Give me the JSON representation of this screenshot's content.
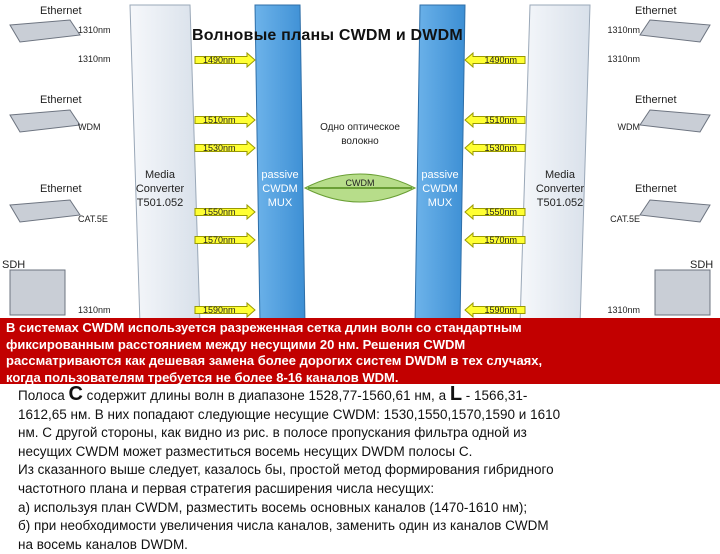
{
  "diagram": {
    "title": "Волновые планы CWDM и DWDM",
    "ethernet_label": "Ethernet",
    "sdh_label": "SDH",
    "media_converter": [
      "Media",
      "Converter",
      "T501.052"
    ],
    "mux": [
      "passive",
      "CWDM",
      "MUX"
    ],
    "fiber_label": [
      "Одно оптическое",
      "волокно"
    ],
    "cwdm_label": "CWDM",
    "left_port_labels": [
      "1310nm",
      "1310nm",
      "WDM",
      "CAT.5E",
      "1310nm"
    ],
    "right_port_labels": [
      "1310nm",
      "1310nm",
      "WDM",
      "CAT.5E",
      "1310nm"
    ],
    "wavelengths": [
      "1490nm",
      "1510nm",
      "1530nm",
      "1550nm",
      "1570nm",
      "1590nm"
    ],
    "colors": {
      "mux": "#4a9fe0",
      "converter": "#e8eef6",
      "arrow": "#ffff33",
      "fiber": "#8ec63f"
    }
  },
  "banner": {
    "lines": [
      "В системах CWDM используется разреженная сетка длин волн со стандартным",
      "фиксированным расстоянием между несущими 20 нм. Решения CWDM",
      "рассматриваются как дешевая замена более дорогих систем DWDM в тех случаях,",
      "когда пользователям требуется не более 8-16 каналов WDM."
    ]
  },
  "body": {
    "line1_a": "Полоса ",
    "line1_c": "C",
    "line1_b": " содержит длины волн в диапазоне 1528,77-1560,61 нм, а ",
    "line1_l": "L",
    "line1_d": " - 1566,31-",
    "lines": [
      "1612,65 нм. В них попадают следующие несущие CWDM: 1530,1550,1570,1590 и 1610",
      "нм. С другой стороны, как видно из рис. в полосе пропускания фильтра одной из",
      "несущих CWDM может разместиться восемь несущих DWDM полосы C.",
      "Из сказанного выше следует, казалось бы, простой метод формирования гибридного",
      "частотного плана и первая стратегия расширения числа несущих:",
      "а) используя план CWDM, разместить восемь основных каналов (1470-1610 нм);",
      "б) при необходимости увеличения числа каналов, заменить один из каналов CWDM",
      "на восемь каналов DWDM."
    ]
  }
}
